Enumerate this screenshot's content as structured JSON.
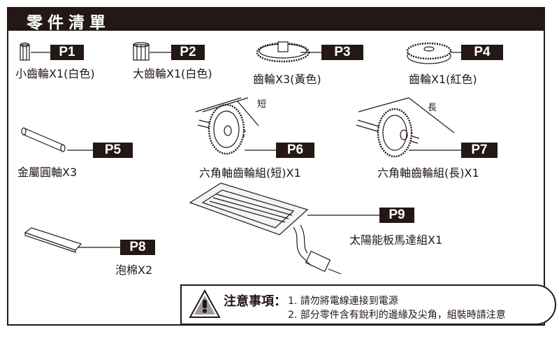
{
  "header": {
    "title": "零件清單"
  },
  "parts": [
    {
      "id": "P1",
      "label": "小齒輪X1(白色)"
    },
    {
      "id": "P2",
      "label": "大齒輪X1(白色)"
    },
    {
      "id": "P3",
      "label": "齒輪X3(黃色)"
    },
    {
      "id": "P4",
      "label": "齒輪X1(紅色)"
    },
    {
      "id": "P5",
      "label": "金屬圓軸X3"
    },
    {
      "id": "P6",
      "label": "六角軸齒輪組(短)X1",
      "dim": "短"
    },
    {
      "id": "P7",
      "label": "六角軸齒輪組(長)X1",
      "dim": "長"
    },
    {
      "id": "P8",
      "label": "泡棉X2"
    },
    {
      "id": "P9",
      "label": "太陽能板馬達組X1"
    }
  ],
  "notice": {
    "heading": "注意事項：",
    "items": [
      "1. 請勿將電線連接到電源",
      "2. 部分零件含有銳利的邊緣及尖角，組裝時請注意"
    ]
  }
}
